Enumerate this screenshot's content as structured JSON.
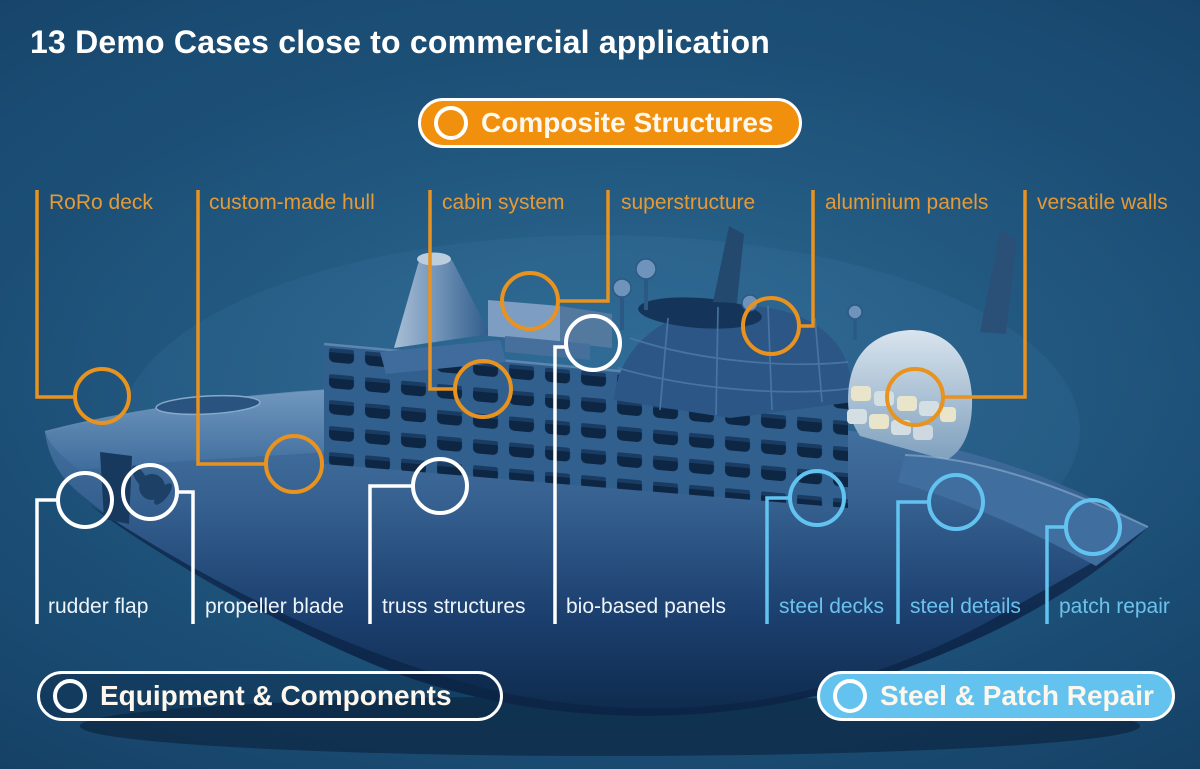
{
  "title": "13 Demo Cases close to commercial application",
  "legend": {
    "composite": {
      "label": "Composite Structures",
      "color": "#F0900D"
    },
    "equipment": {
      "label": "Equipment & Components",
      "color": "#FFFFFF"
    },
    "steel": {
      "label": "Steel & Patch Repair",
      "color": "#63C3EE"
    }
  },
  "colors": {
    "orange_line": "#E8921F",
    "orange_label": "#E39A37",
    "white_line": "#FFFFFF",
    "blue_line": "#63C3F0",
    "blue_label": "#6CC2EC",
    "background": "#123A5E"
  },
  "callouts": {
    "composite": [
      {
        "label": "RoRo deck"
      },
      {
        "label": "custom-made hull"
      },
      {
        "label": "cabin system"
      },
      {
        "label": "superstructure"
      },
      {
        "label": "aluminium panels"
      },
      {
        "label": "versatile walls"
      }
    ],
    "equipment": [
      {
        "label": "rudder flap"
      },
      {
        "label": "propeller blade"
      },
      {
        "label": "truss structures"
      },
      {
        "label": "bio-based panels"
      }
    ],
    "steel": [
      {
        "label": "steel decks"
      },
      {
        "label": "steel details"
      },
      {
        "label": "patch repair"
      }
    ]
  }
}
